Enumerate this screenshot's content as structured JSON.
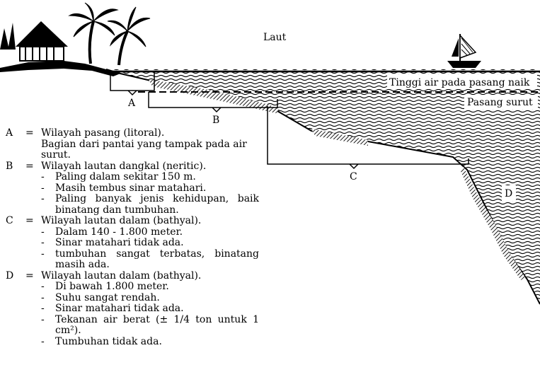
{
  "sea_label": "Laut",
  "high_tide_label": "Tinggi air pada pasang naik",
  "low_tide_label": "Pasang surut",
  "zone_letters": {
    "a": "A",
    "b": "B",
    "c": "C",
    "d": "D"
  },
  "legend": [
    {
      "key": "A",
      "eq": "=",
      "title": "Wilayah pasang (litoral).",
      "lines": [
        "Bagian dari pantai yang tampak pada air surut."
      ],
      "items": []
    },
    {
      "key": "B",
      "eq": "=",
      "title": "Wilayah lautan dangkal (neritic).",
      "lines": [],
      "items": [
        "Paling dalam sekitar 150 m.",
        "Masih tembus sinar matahari.",
        "Paling banyak jenis kehidupan, baik binatang dan tumbuhan."
      ]
    },
    {
      "key": "C",
      "eq": "=",
      "title": "Wilayah lautan dalam (bathyal).",
      "lines": [],
      "items": [
        "Dalam 140 - 1.800 meter.",
        "Sinar matahari tidak ada.",
        "tumbuhan sangat terbatas, binatang masih ada."
      ]
    },
    {
      "key": "D",
      "eq": "=",
      "title": "Wilayah lautan dalam (bathyal).",
      "lines": [],
      "items": [
        "Di bawah 1.800 meter.",
        "Suhu sangat rendah.",
        "Sinar matahari tidak ada.",
        "Tekanan air berat (± 1/4 ton untuk 1 cm²).",
        "Tumbuhan tidak ada."
      ]
    }
  ]
}
